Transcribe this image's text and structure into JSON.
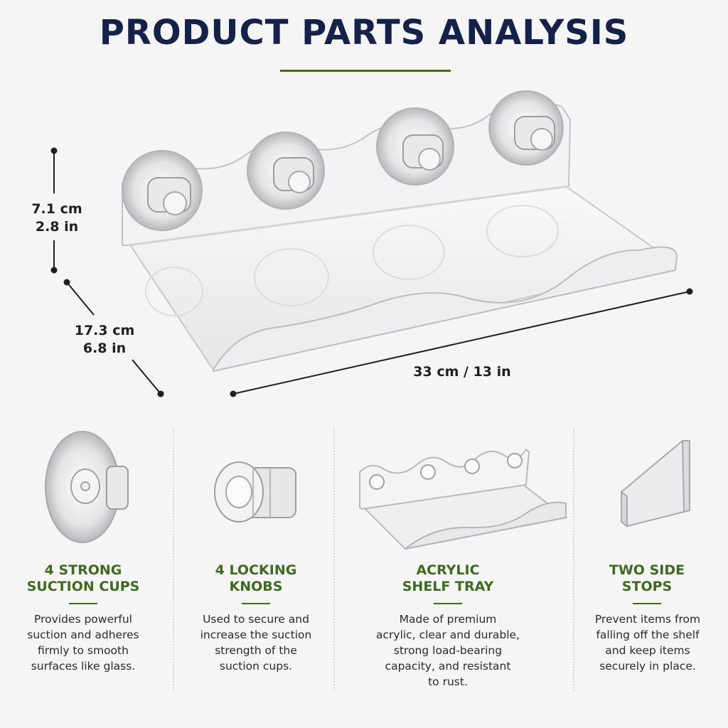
{
  "header": {
    "title": "PRODUCT PARTS ANALYSIS"
  },
  "dimensions": {
    "height_cm": "7.1 cm",
    "height_in": "2.8 in",
    "depth_cm": "17.3 cm",
    "depth_in": "6.8 in",
    "length": "33 cm / 13 in"
  },
  "parts": [
    {
      "title_line1": "4 STRONG",
      "title_line2": "SUCTION CUPS",
      "desc_lines": [
        "Provides powerful",
        "suction and adheres",
        "firmly to smooth",
        "surfaces like glass."
      ],
      "icon": "suction-cup"
    },
    {
      "title_line1": "4 LOCKING",
      "title_line2": "KNOBS",
      "desc_lines": [
        "Used to secure and",
        "increase the suction",
        "strength of the",
        "suction cups."
      ],
      "icon": "locking-knob"
    },
    {
      "title_line1": "ACRYLIC",
      "title_line2": "SHELF TRAY",
      "desc_lines": [
        "Made of premium",
        "acrylic, clear and durable,",
        "strong load-bearing",
        "capacity, and resistant",
        "to rust."
      ],
      "icon": "shelf-tray"
    },
    {
      "title_line1": "TWO SIDE",
      "title_line2": "STOPS",
      "desc_lines": [
        "Prevent items from",
        "falling off the shelf",
        "and keep items",
        "securely in place."
      ],
      "icon": "side-stop"
    }
  ],
  "colors": {
    "title": "#14224a",
    "accent_green": "#3d6b1f",
    "background": "#f5f5f5"
  }
}
